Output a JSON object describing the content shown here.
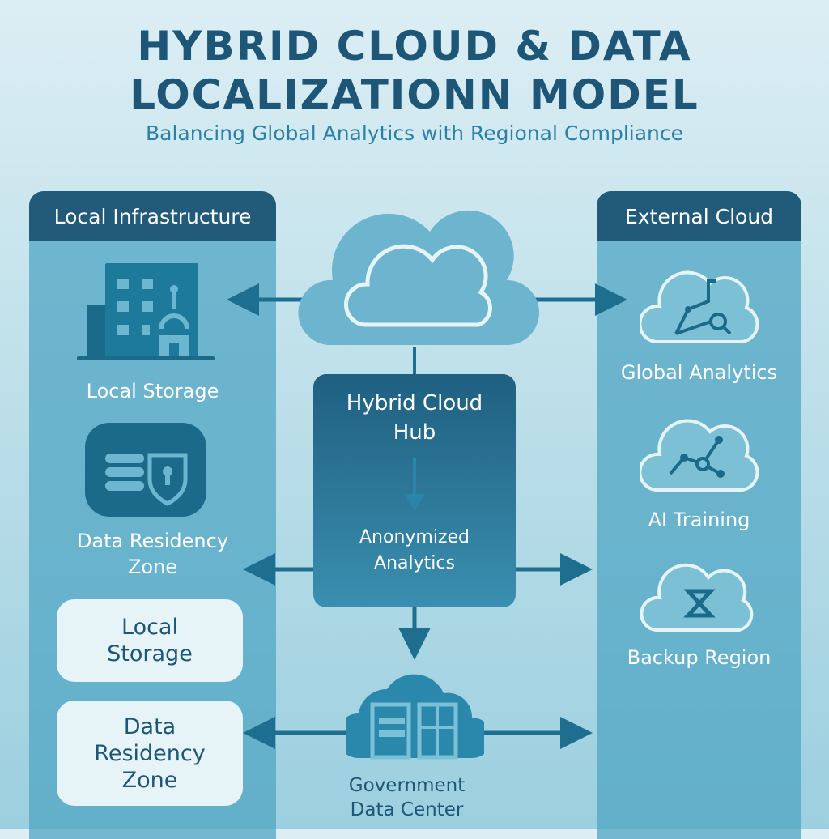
{
  "title": {
    "line1": "HYBRID CLOUD & DATA",
    "line2": "LOCALIZATIONN MODEL",
    "subtitle": "Balancing Global Analytics with Regional Compliance"
  },
  "left_panel": {
    "header": "Local Infrastructure",
    "items": [
      {
        "label": "Local Storage",
        "icon": "building-icon"
      },
      {
        "label_line1": "Data Residency",
        "label_line2": "Zone",
        "icon": "database-shield-icon"
      }
    ],
    "cards": [
      {
        "line1": "Local",
        "line2": "Storage"
      },
      {
        "line1": "Data",
        "line2": "Residency",
        "line3": "Zone"
      }
    ]
  },
  "right_panel": {
    "header": "External Cloud",
    "items": [
      {
        "label": "Global Analytics",
        "icon": "cloud-analytics-icon"
      },
      {
        "label": "AI Training",
        "icon": "cloud-network-icon"
      },
      {
        "label": "Backup Region",
        "icon": "cloud-hourglass-icon"
      }
    ]
  },
  "hub": {
    "title_line1": "Hybrid Cloud",
    "title_line2": "Hub",
    "sub_line1": "Anonymized",
    "sub_line2": "Analytics"
  },
  "government": {
    "line1": "Government",
    "line2": "Data Center"
  },
  "colors": {
    "dark": "#225a7a",
    "accent": "#1e6f8f",
    "panel": "#50a5c4"
  }
}
